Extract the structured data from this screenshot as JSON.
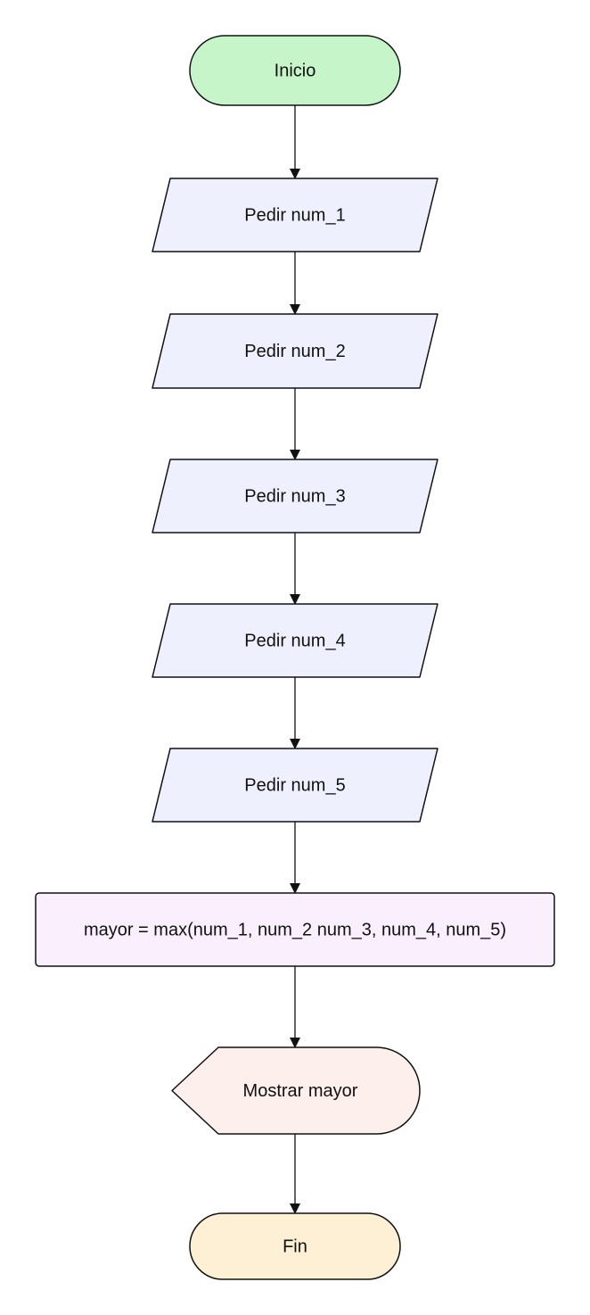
{
  "nodes": [
    {
      "id": "start",
      "shape": "terminal",
      "label": "Inicio",
      "fill": "#c5f5c8"
    },
    {
      "id": "in1",
      "shape": "input",
      "label": "Pedir num_1",
      "fill": "#eff0fd"
    },
    {
      "id": "in2",
      "shape": "input",
      "label": "Pedir num_2",
      "fill": "#eff0fd"
    },
    {
      "id": "in3",
      "shape": "input",
      "label": "Pedir num_3",
      "fill": "#eff0fd"
    },
    {
      "id": "in4",
      "shape": "input",
      "label": "Pedir num_4",
      "fill": "#eff0fd"
    },
    {
      "id": "in5",
      "shape": "input",
      "label": "Pedir num_5",
      "fill": "#eff0fd"
    },
    {
      "id": "proc",
      "shape": "process",
      "label": "mayor = max(num_1, num_2 num_3, num_4, num_5)",
      "fill": "#f9effd"
    },
    {
      "id": "out",
      "shape": "display",
      "label": "Mostrar mayor",
      "fill": "#fdefec"
    },
    {
      "id": "end",
      "shape": "terminal",
      "label": "Fin",
      "fill": "#fdf0d5"
    }
  ],
  "edges": [
    {
      "from": "start",
      "to": "in1"
    },
    {
      "from": "in1",
      "to": "in2"
    },
    {
      "from": "in2",
      "to": "in3"
    },
    {
      "from": "in3",
      "to": "in4"
    },
    {
      "from": "in4",
      "to": "in5"
    },
    {
      "from": "in5",
      "to": "proc"
    },
    {
      "from": "proc",
      "to": "out"
    },
    {
      "from": "out",
      "to": "end"
    }
  ]
}
